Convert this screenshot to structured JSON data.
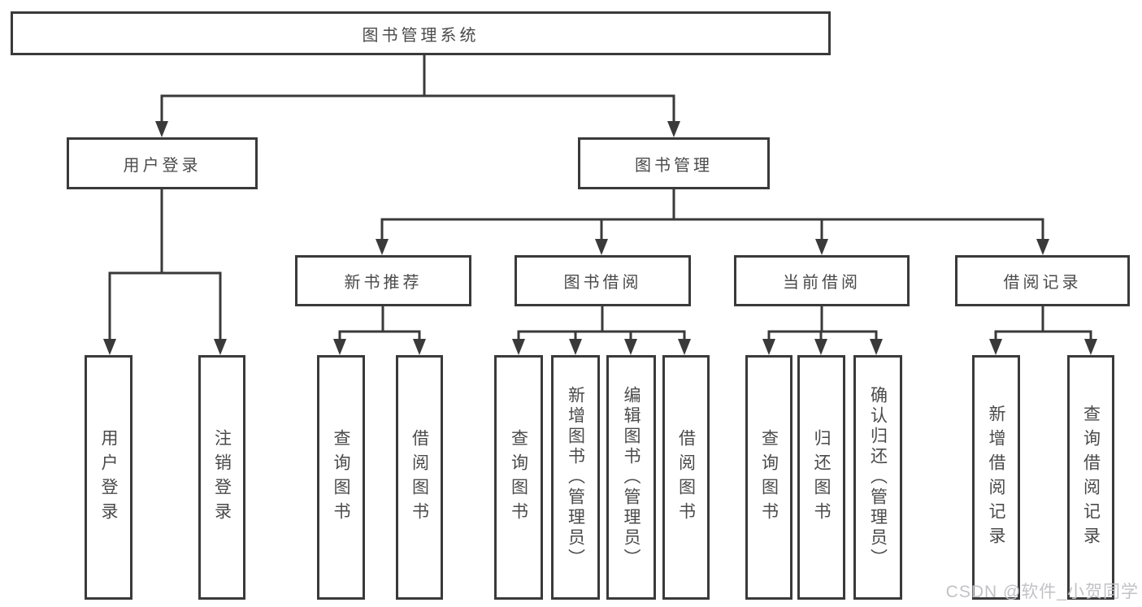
{
  "diagram_title": "图书管理系统",
  "tree": {
    "root": {
      "label": "图书管理系统"
    },
    "user_login": {
      "label": "用户登录",
      "children": [
        {
          "label": "用户登录"
        },
        {
          "label": "注销登录"
        }
      ]
    },
    "book_management": {
      "label": "图书管理"
    },
    "new_book_recommend": {
      "label": "新书推荐",
      "children": [
        {
          "label": "查询图书"
        },
        {
          "label": "借阅图书"
        }
      ]
    },
    "book_borrowing": {
      "label": "图书借阅",
      "children": [
        {
          "label": "查询图书"
        },
        {
          "label": "新增图书（管理员）"
        },
        {
          "label": "编辑图书（管理员）"
        },
        {
          "label": "借阅图书"
        }
      ]
    },
    "current_borrowing": {
      "label": "当前借阅",
      "children": [
        {
          "label": "查询图书"
        },
        {
          "label": "归还图书"
        },
        {
          "label": "确认归还（管理员）"
        }
      ]
    },
    "borrowing_records": {
      "label": "借阅记录",
      "children": [
        {
          "label": "新增借阅记录"
        },
        {
          "label": "查询借阅记录"
        }
      ]
    }
  },
  "watermark": "CSDN @软件_小贺同学",
  "colors": {
    "line": "#3a3a3a",
    "text": "#4a4a4a",
    "watermark": "#c2c2c6",
    "background": "#ffffff"
  }
}
